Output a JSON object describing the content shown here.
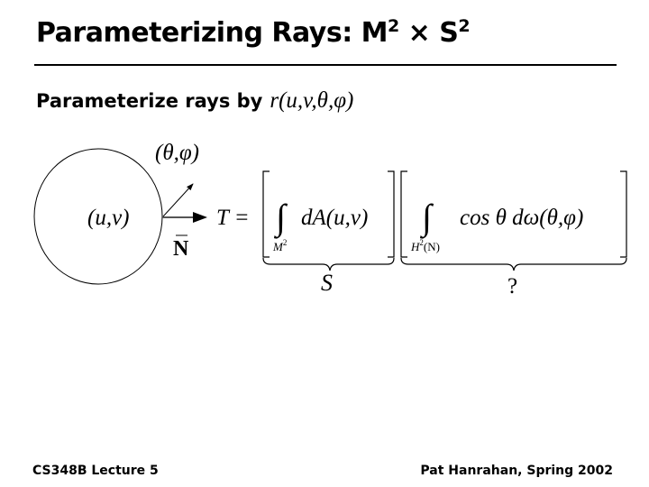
{
  "title": {
    "text": "Parameterizing Rays: M",
    "sup1": "2",
    "mid": " × S",
    "sup2": "2"
  },
  "subtitle": {
    "text": "Parameterize rays by",
    "formula": "r(u,v,θ,φ)"
  },
  "diagram": {
    "direction_label": "(θ,φ)",
    "point_label": "(u,v)",
    "normal_label": "N"
  },
  "equation": {
    "lhs": "T =",
    "integral1_body": "dA(u,v)",
    "integral1_domain": "M",
    "integral1_domain_sup": "2",
    "integral2_body": "cos θ dω(θ,φ)",
    "integral2_domain": "H",
    "integral2_domain_sup": "2",
    "integral2_domain_arg": "(N)",
    "brace1_label": "S",
    "brace2_label": "?"
  },
  "footer": {
    "left": "CS348B Lecture 5",
    "right": "Pat Hanrahan, Spring 2002"
  }
}
